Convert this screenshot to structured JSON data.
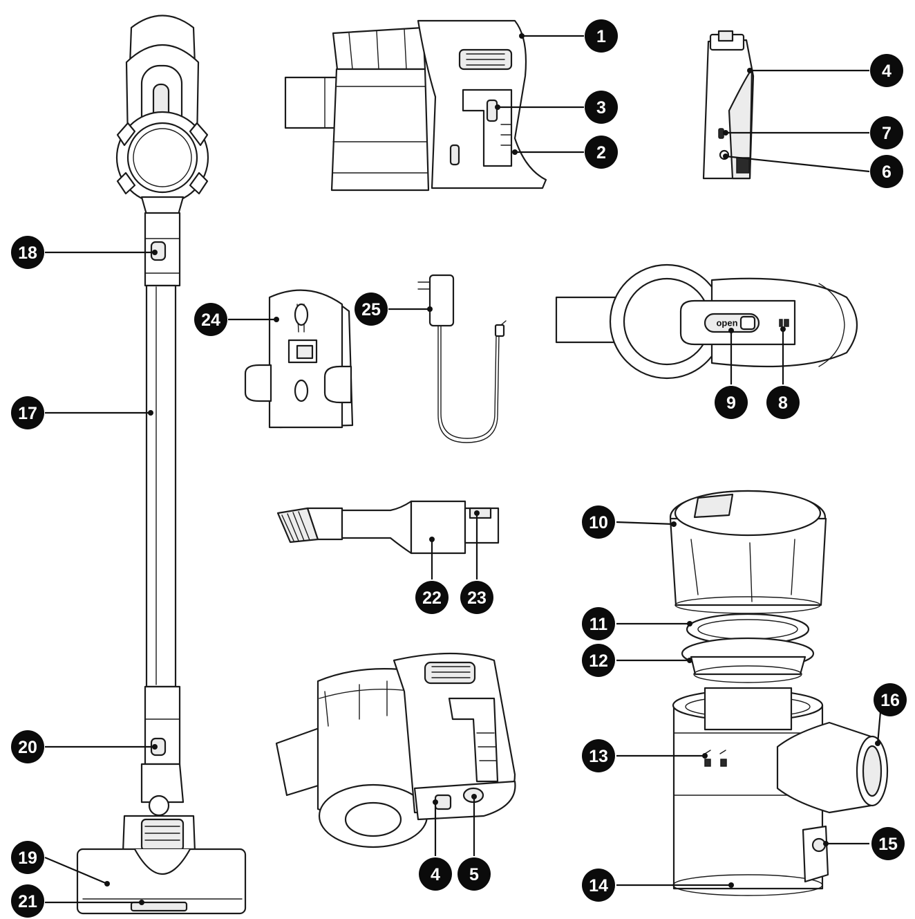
{
  "diagram": {
    "button_text": "open",
    "callouts": [
      {
        "id": "c1",
        "label": "1"
      },
      {
        "id": "c2",
        "label": "2"
      },
      {
        "id": "c3",
        "label": "3"
      },
      {
        "id": "c4a",
        "label": "4"
      },
      {
        "id": "c4b",
        "label": "4"
      },
      {
        "id": "c5",
        "label": "5"
      },
      {
        "id": "c6",
        "label": "6"
      },
      {
        "id": "c7",
        "label": "7"
      },
      {
        "id": "c8",
        "label": "8"
      },
      {
        "id": "c9",
        "label": "9"
      },
      {
        "id": "c10",
        "label": "10"
      },
      {
        "id": "c11",
        "label": "11"
      },
      {
        "id": "c12",
        "label": "12"
      },
      {
        "id": "c13",
        "label": "13"
      },
      {
        "id": "c14",
        "label": "14"
      },
      {
        "id": "c15",
        "label": "15"
      },
      {
        "id": "c16",
        "label": "16"
      },
      {
        "id": "c17",
        "label": "17"
      },
      {
        "id": "c18",
        "label": "18"
      },
      {
        "id": "c19",
        "label": "19"
      },
      {
        "id": "c20",
        "label": "20"
      },
      {
        "id": "c21",
        "label": "21"
      },
      {
        "id": "c22",
        "label": "22"
      },
      {
        "id": "c23",
        "label": "23"
      },
      {
        "id": "c24",
        "label": "24"
      },
      {
        "id": "c25",
        "label": "25"
      }
    ]
  }
}
